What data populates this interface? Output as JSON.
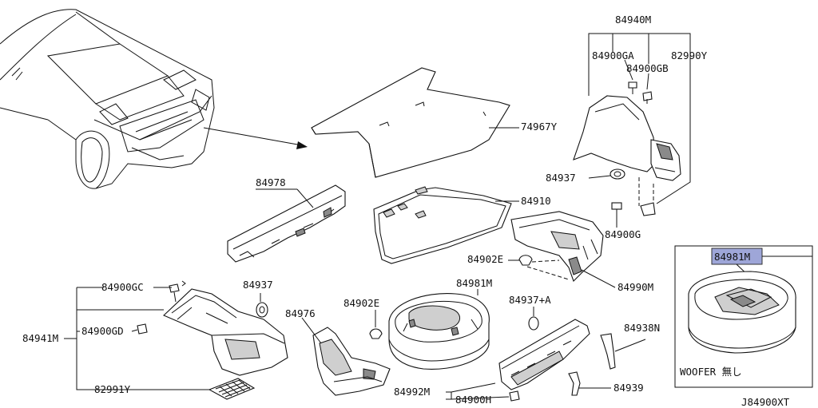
{
  "diagram_id": "J84900XT",
  "part_labels": {
    "p84940M": "84940M",
    "p84900GA": "84900GA",
    "p84900GB": "84900GB",
    "p82990Y": "82990Y",
    "p74967Y": "74967Y",
    "p84937_top": "84937",
    "p84900G": "84900G",
    "p84978": "84978",
    "p84910": "84910",
    "p84902E_mid": "84902E",
    "p84990M": "84990M",
    "p84900GC": "84900GC",
    "p84937_left": "84937",
    "p84941M": "84941M",
    "p84900GD": "84900GD",
    "p82991Y": "82991Y",
    "p84976": "84976",
    "p84902E_low": "84902E",
    "p84981M_center": "84981M",
    "p84937A": "84937+A",
    "p84938N": "84938N",
    "p84992M": "84992M",
    "p84900H": "84900H",
    "p84939": "84939",
    "p84981M_inset": "84981M"
  },
  "inset_note": "WOOFER 無し",
  "colors": {
    "inset_label_bg": "#9ea6d8",
    "ink": "#111111"
  }
}
